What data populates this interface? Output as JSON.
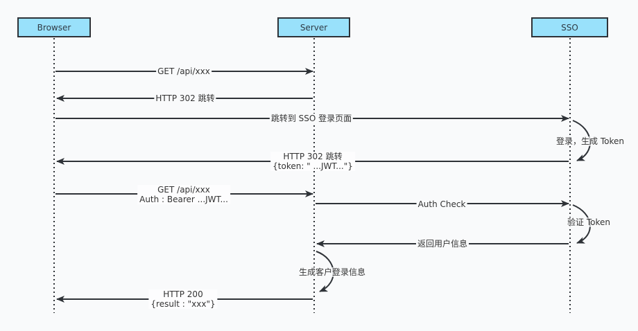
{
  "actors": [
    {
      "id": "browser",
      "label": "Browser"
    },
    {
      "id": "server",
      "label": "Server"
    },
    {
      "id": "sso",
      "label": "SSO"
    }
  ],
  "colors": {
    "actor_fill": "#99e1fb",
    "actor_border": "#2e3237",
    "line": "#2e3237",
    "text": "#333333",
    "background": "#f9fafb"
  },
  "messages": [
    {
      "id": "m1",
      "from": "browser",
      "to": "server",
      "lines": [
        "GET /api/xxx"
      ]
    },
    {
      "id": "m2",
      "from": "server",
      "to": "browser",
      "lines": [
        "HTTP 302 跳转"
      ]
    },
    {
      "id": "m3",
      "from": "browser",
      "to": "sso",
      "lines": [
        "跳转到 SSO 登录页面"
      ]
    },
    {
      "id": "s1",
      "self": "sso",
      "lines": [
        "登录，生成 Token"
      ]
    },
    {
      "id": "m4",
      "from": "sso",
      "to": "browser",
      "lines": [
        "HTTP 302 跳转",
        "{token: \" ...JWT...\"}"
      ]
    },
    {
      "id": "m5",
      "from": "browser",
      "to": "server",
      "lines": [
        "GET /api/xxx",
        "Auth : Bearer ...JWT..."
      ]
    },
    {
      "id": "m6",
      "from": "server",
      "to": "sso",
      "lines": [
        "Auth Check"
      ]
    },
    {
      "id": "s2",
      "self": "sso",
      "lines": [
        "验证 Token"
      ]
    },
    {
      "id": "m7",
      "from": "sso",
      "to": "server",
      "lines": [
        "返回用户信息"
      ]
    },
    {
      "id": "s3",
      "self": "server",
      "lines": [
        "生成客户登录信息"
      ]
    },
    {
      "id": "m8",
      "from": "server",
      "to": "browser",
      "lines": [
        "HTTP 200",
        "{result : \"xxx\"}"
      ]
    }
  ]
}
